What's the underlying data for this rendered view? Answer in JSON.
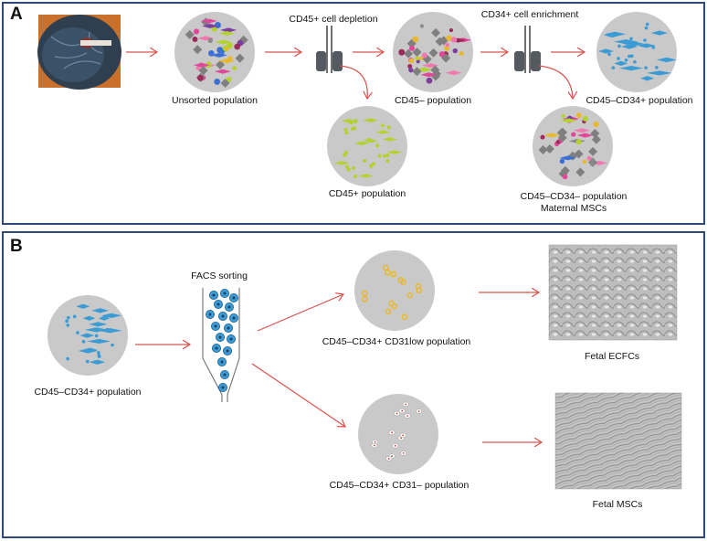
{
  "panel_a": {
    "label": "A",
    "step1_label": "CD45+ cell depletion",
    "step2_label": "CD34+ cell enrichment",
    "unsorted_label": "Unsorted population",
    "cd45neg_label": "CD45– population",
    "cd45pos_label": "CD45+ population",
    "cd34pos_label": "CD45–CD34+ population",
    "cd34neg_label_line1": "CD45–CD34– population",
    "cd34neg_label_line2": "Maternal MSCs"
  },
  "panel_b": {
    "label": "B",
    "facs_label": "FACS sorting",
    "input_label": "CD45–CD34+ population",
    "cd31low_label": "CD45–CD34+ CD31low population",
    "cd31neg_label": "CD45–CD34+ CD31– population",
    "ecfc_label": "Fetal ECFCs",
    "msc_label": "Fetal MSCs"
  },
  "colors": {
    "panel_border": "#2f4a79",
    "arrow": "#d9534f",
    "dish": "#c9c9c9",
    "blue_cell": "#3a9bd5",
    "magnet": "#555a60"
  }
}
